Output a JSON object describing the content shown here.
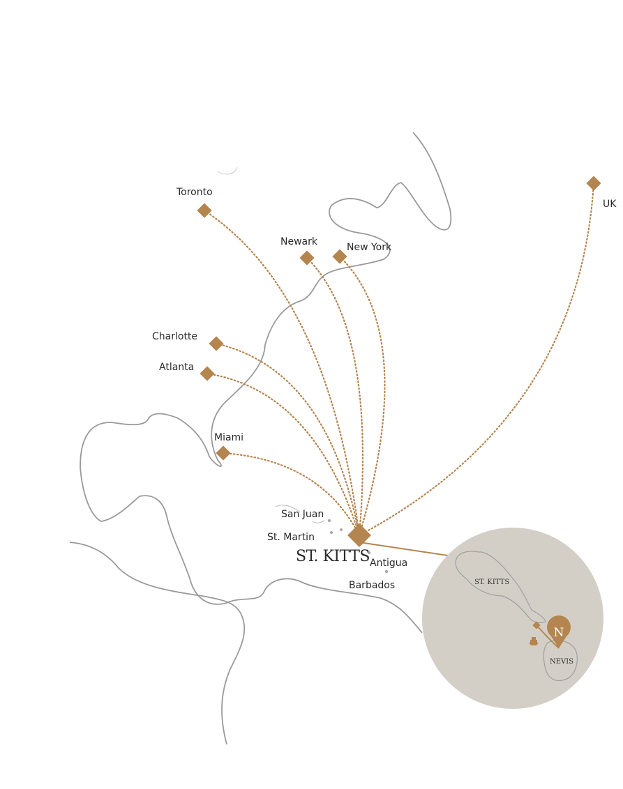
{
  "colors": {
    "accent": "#b5854f",
    "coast": "#9a9a9a",
    "inset": "#d3cfc6",
    "island": "#a8a8a8"
  },
  "hub": {
    "label": "ST. KITTS"
  },
  "origins": [
    {
      "id": "toronto",
      "label": "Toronto"
    },
    {
      "id": "newark",
      "label": "Newark"
    },
    {
      "id": "new-york",
      "label": "New York"
    },
    {
      "id": "charlotte",
      "label": "Charlotte"
    },
    {
      "id": "atlanta",
      "label": "Atlanta"
    },
    {
      "id": "miami",
      "label": "Miami"
    },
    {
      "id": "uk",
      "label": "UK"
    }
  ],
  "islands": [
    "San Juan",
    "St. Martin",
    "Antigua",
    "Barbados"
  ],
  "inset": {
    "island1": "ST. KITTS",
    "island2": "NEVIS",
    "logo": "N",
    "icons": [
      "ferry-icon",
      "location-pin-icon"
    ]
  }
}
